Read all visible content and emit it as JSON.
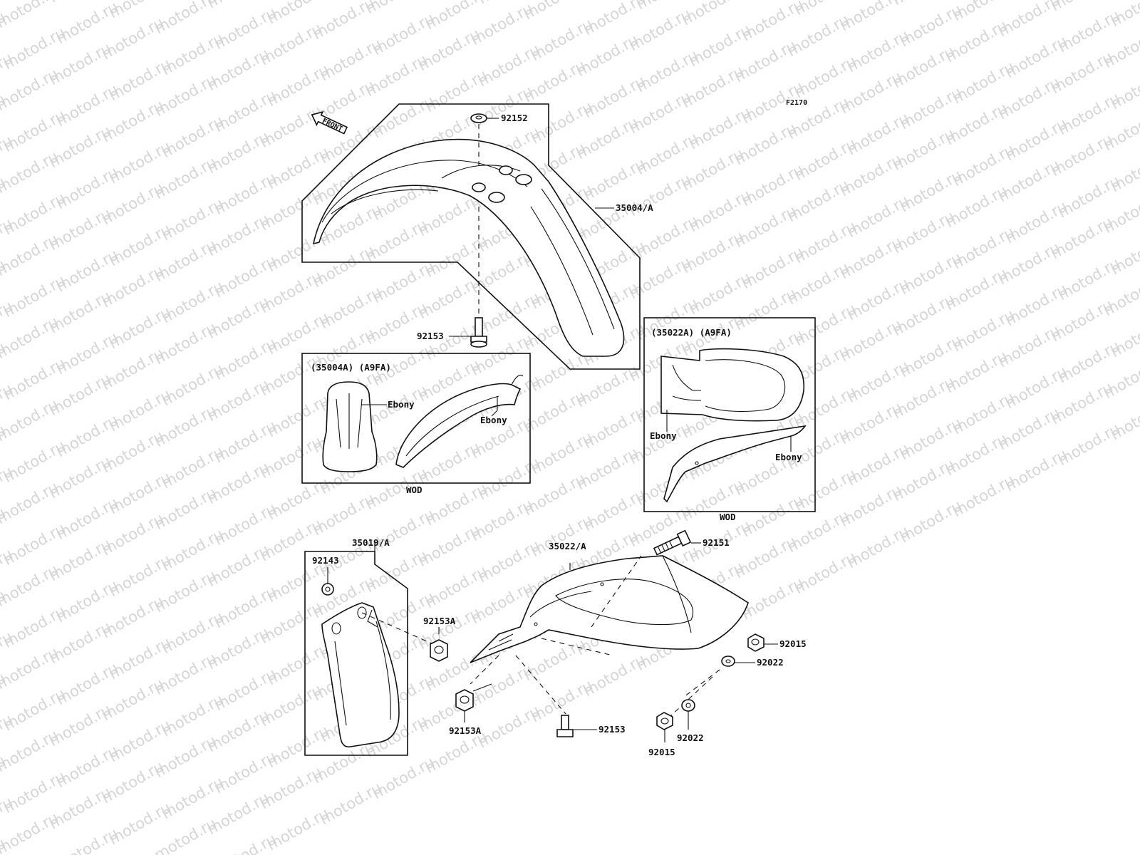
{
  "diagram_code": "F2170",
  "watermark": "motod.ru",
  "front_arrow": "FRONT",
  "parts": {
    "p92152": "92152",
    "p35004A": "35004/A",
    "p92153_top": "92153",
    "p35019A": "35019/A",
    "p92143": "92143",
    "p92153A_a": "92153A",
    "p92153A_b": "92153A",
    "p35022A": "35022/A",
    "p92151": "92151",
    "p92015_a": "92015",
    "p92022_a": "92022",
    "p92153_bottom": "92153",
    "p92015_b": "92015",
    "p92022_b": "92022"
  },
  "inset_front": {
    "title": "(35004A) (A9FA)",
    "label_1": "Ebony",
    "label_2": "Ebony",
    "caption": "WOD"
  },
  "inset_rear": {
    "title": "(35022A) (A9FA)",
    "label_1": "Ebony",
    "label_2": "Ebony",
    "caption": "WOD"
  }
}
